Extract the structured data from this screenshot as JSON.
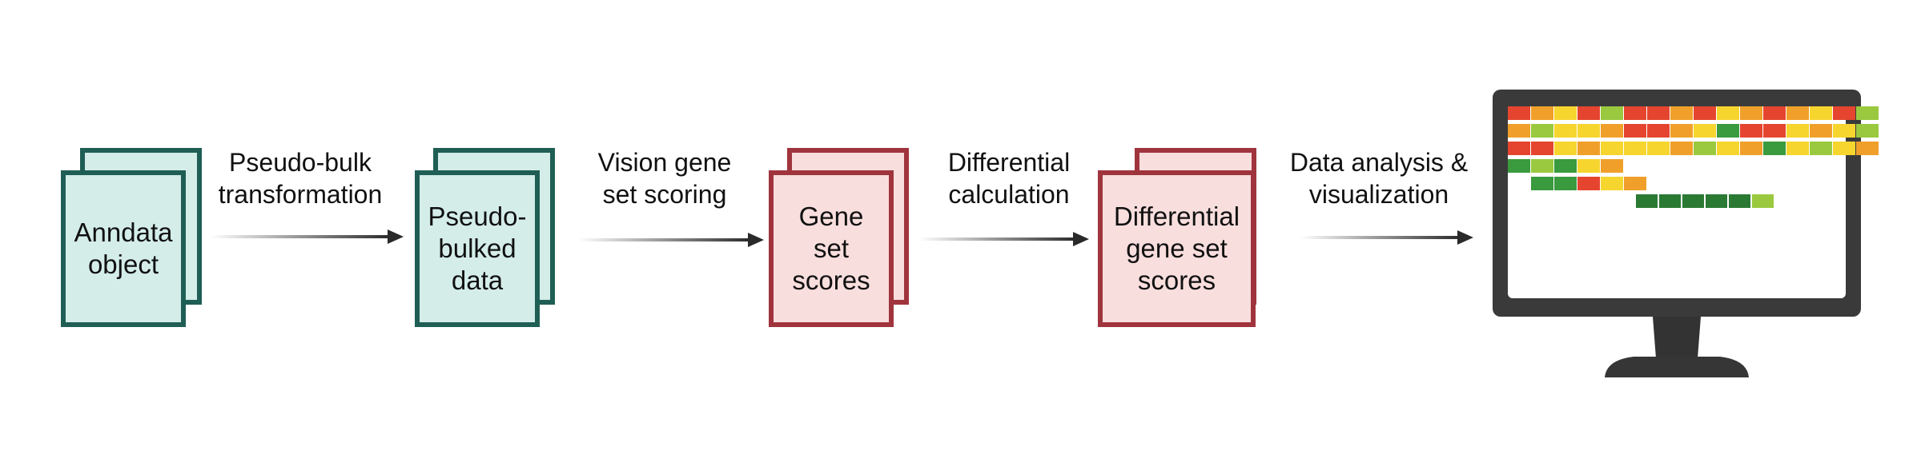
{
  "steps": [
    {
      "card_text": "Anndata\nobject",
      "color": "#d4ede9"
    },
    {
      "card_text": "Pseudo-\nbulked\ndata",
      "color": "#d4ede9"
    },
    {
      "card_text": "Gene\nset\nscores",
      "color": "#f8dedd"
    },
    {
      "card_text": "Differential\ngene set\nscores",
      "color": "#f8dedd"
    }
  ],
  "transitions": [
    {
      "label": "Pseudo-bulk\ntransformation"
    },
    {
      "label": "Vision gene\nset scoring"
    },
    {
      "label": "Differential\ncalculation"
    },
    {
      "label": "Data analysis &\nvisualization"
    }
  ],
  "colors": {
    "teal_fill": "#d4ede9",
    "teal_border": "#1f5e55",
    "red_fill": "#f8dedd",
    "red_border": "#a0343d",
    "monitor": "#3a3a3a",
    "heatmap_palette": [
      "#e5452f",
      "#f0a02a",
      "#f6d52f",
      "#9ac93f",
      "#3a9a3e",
      "#2b7a34"
    ]
  },
  "icons": [
    "monitor-icon",
    "heatmap-icon"
  ]
}
